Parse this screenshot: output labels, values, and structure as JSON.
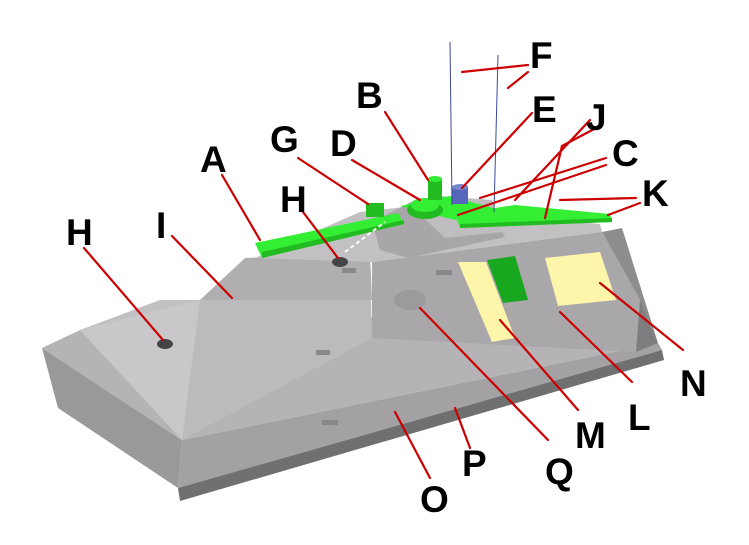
{
  "colors": {
    "hull_light": "#c8c6c8",
    "hull_mid": "#a9a7aa",
    "hull_dark": "#8e8c8f",
    "hull_shadow": "#707071",
    "weapon_green": "#33ee33",
    "weapon_dark": "#18a820",
    "panel_yellow": "#fdf5aa",
    "leader_red": "#cc0000",
    "mast_blue": "#3a4a9a"
  },
  "icons": {
    "vehicle": "armoured-vehicle-illustration",
    "mast": "antenna-mast",
    "sensor": "sensor-turret"
  },
  "labels": [
    {
      "id": "F",
      "text": "F"
    },
    {
      "id": "B",
      "text": "B"
    },
    {
      "id": "E",
      "text": "E"
    },
    {
      "id": "J",
      "text": "J"
    },
    {
      "id": "G",
      "text": "G"
    },
    {
      "id": "D",
      "text": "D"
    },
    {
      "id": "C",
      "text": "C"
    },
    {
      "id": "A",
      "text": "A"
    },
    {
      "id": "K",
      "text": "K"
    },
    {
      "id": "H1",
      "text": "H"
    },
    {
      "id": "H2",
      "text": "H"
    },
    {
      "id": "I",
      "text": "I"
    },
    {
      "id": "N",
      "text": "N"
    },
    {
      "id": "L",
      "text": "L"
    },
    {
      "id": "M",
      "text": "M"
    },
    {
      "id": "P",
      "text": "P"
    },
    {
      "id": "Q",
      "text": "Q"
    },
    {
      "id": "O",
      "text": "O"
    }
  ]
}
